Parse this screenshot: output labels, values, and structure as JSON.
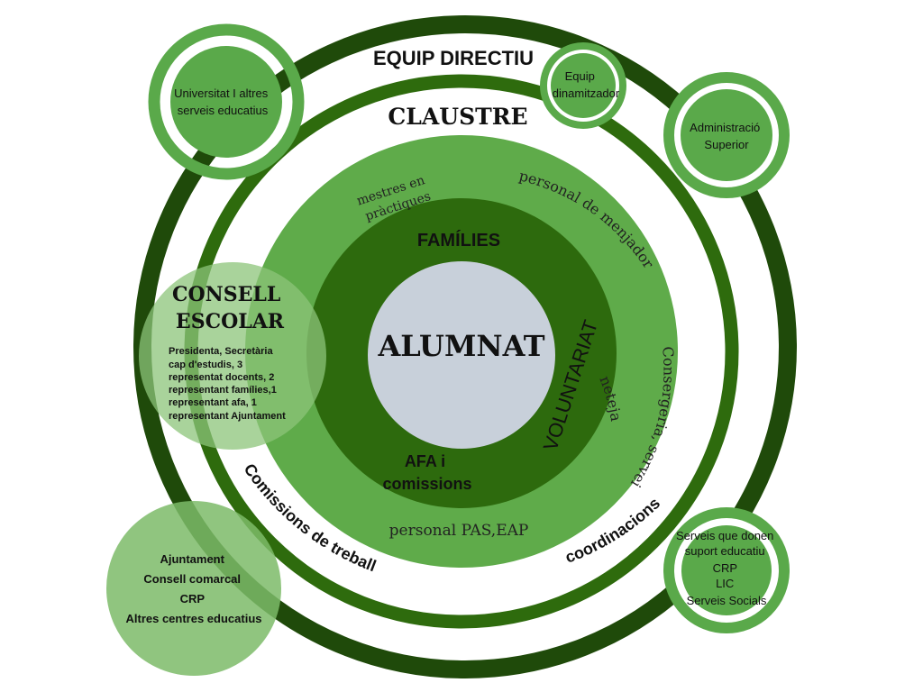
{
  "colors": {
    "outer_ring": "#1f4a0a",
    "claustre_ring": "#2e6b0d",
    "light_disk": "#5fab4a",
    "families_disk": "#2d6a0d",
    "center": "#c8d0da",
    "satellite": "#5aa94a"
  },
  "rings": {
    "equip_directiu": "EQUIP DIRECTIU",
    "claustre": "CLAUSTRE",
    "families": "FAMÍLIES",
    "alumnat": "ALUMNAT",
    "afa": [
      "AFA i",
      "comissions"
    ],
    "voluntariat": "VOLUNTARIAT",
    "mestres": [
      "mestres en",
      "pràctiques"
    ],
    "menjador": "personal de menjador",
    "consergeria": "Consergeria, servei",
    "neteja": "neteja",
    "pas": "personal PAS,EAP",
    "comissions": "Comissions de treball",
    "coordinacions": "coordinacions"
  },
  "satellites": {
    "universitat": [
      "Universitat I altres",
      "serveis educatius"
    ],
    "equip_dinamitzador": [
      "Equip",
      "dinamitzador"
    ],
    "administracio": [
      "Administració",
      "Superior"
    ],
    "serveis": [
      "Serveis que donen",
      "suport educatiu",
      "CRP",
      "LIC",
      "Serveis Socials"
    ],
    "consell": {
      "title": [
        "CONSELL",
        "ESCOLAR"
      ],
      "lines": [
        "Presidenta, Secretària",
        "cap d'estudis, 3",
        "representat docents, 2",
        "representant famílies,1",
        "representant afa, 1",
        "representant Ajuntament"
      ]
    },
    "ajuntament": [
      "Ajuntament",
      "Consell comarcal",
      "CRP",
      "Altres centres educatius"
    ]
  }
}
